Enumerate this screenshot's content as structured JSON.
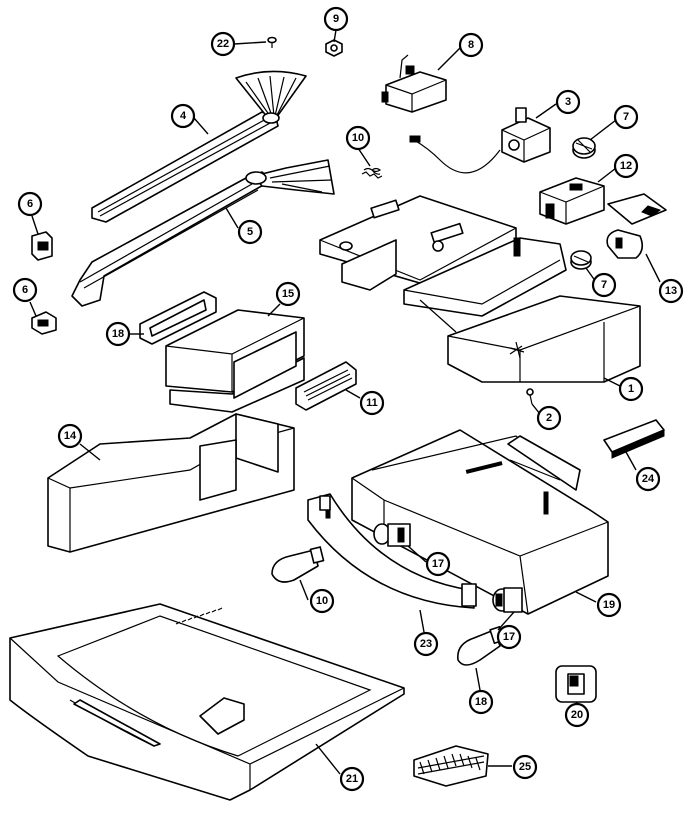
{
  "callouts": [
    {
      "id": "c22",
      "label": "22"
    },
    {
      "id": "c9",
      "label": "9"
    },
    {
      "id": "c8",
      "label": "8"
    },
    {
      "id": "c4",
      "label": "4"
    },
    {
      "id": "c10a",
      "label": "10"
    },
    {
      "id": "c3",
      "label": "3"
    },
    {
      "id": "c7a",
      "label": "7"
    },
    {
      "id": "c12",
      "label": "12"
    },
    {
      "id": "c6a",
      "label": "6"
    },
    {
      "id": "c5",
      "label": "5"
    },
    {
      "id": "c6b",
      "label": "6"
    },
    {
      "id": "c7b",
      "label": "7"
    },
    {
      "id": "c13",
      "label": "13"
    },
    {
      "id": "c15",
      "label": "15"
    },
    {
      "id": "c18a",
      "label": "18"
    },
    {
      "id": "c1",
      "label": "1"
    },
    {
      "id": "c11",
      "label": "11"
    },
    {
      "id": "c2",
      "label": "2"
    },
    {
      "id": "c14",
      "label": "14"
    },
    {
      "id": "c24",
      "label": "24"
    },
    {
      "id": "c17a",
      "label": "17"
    },
    {
      "id": "c10b",
      "label": "10"
    },
    {
      "id": "c19",
      "label": "19"
    },
    {
      "id": "c23",
      "label": "23"
    },
    {
      "id": "c17b",
      "label": "17"
    },
    {
      "id": "c18b",
      "label": "18"
    },
    {
      "id": "c20",
      "label": "20"
    },
    {
      "id": "c21",
      "label": "21"
    },
    {
      "id": "c25",
      "label": "25"
    }
  ]
}
